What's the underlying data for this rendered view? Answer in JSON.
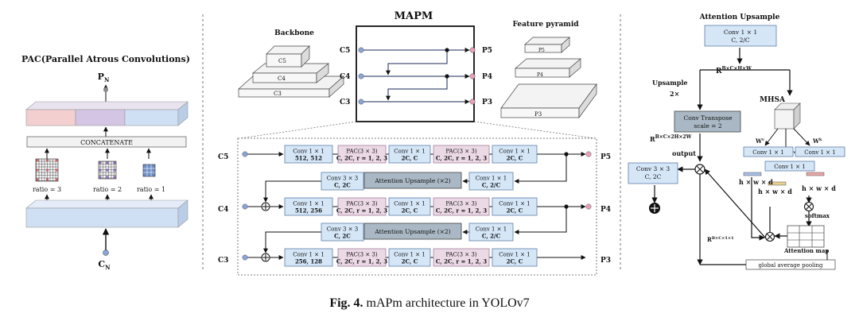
{
  "caption": {
    "label": "Fig. 4.",
    "text": " mAPm architecture in YOLOv7"
  },
  "pac": {
    "title": "PAC(Parallel Atrous Convolutions)",
    "output_label": "P",
    "output_sub": "N",
    "concat_label": "CONCATENATE",
    "ratios": [
      "ratio = 3",
      "ratio = 2",
      "ratio = 1"
    ],
    "input_label": "C",
    "input_sub": "N"
  },
  "mapm": {
    "title": "MAPM",
    "backbone_label": "Backbone",
    "backbone_layers": [
      "C5",
      "C4",
      "C3"
    ],
    "pyramid_label": "Feature pyramid",
    "pyramid_layers": [
      "P5",
      "P4",
      "P3"
    ],
    "inputs": [
      "C5",
      "C4",
      "C3"
    ],
    "outputs": [
      "P5",
      "P4",
      "P3"
    ]
  },
  "detail": {
    "inputs": [
      "C5",
      "C4",
      "C3"
    ],
    "outputs": [
      "P5",
      "P4",
      "P3"
    ],
    "rows": [
      [
        "Conv 1 × 1\n512, 512",
        "PAC(3 × 3)\nC, 2C, r = 1, 2, 3",
        "Conv 1 × 1\n2C, C",
        "PAC(3 × 3)\nC, 2C, r = 1, 2, 3",
        "Conv 1 × 1\n2C, C"
      ],
      [
        "Conv 1 × 1\n512, 256",
        "PAC(3 × 3)\nC, 2C, r = 1, 2, 3",
        "Conv 1 × 1\n2C, C",
        "PAC(3 × 3)\nC, 2C, r = 1, 2, 3",
        "Conv 1 × 1\n2C, C"
      ],
      [
        "Conv 1 × 1\n256, 128",
        "PAC(3 × 3)\nC, 2C, r = 1, 2, 3",
        "Conv 1 × 1\n2C, C",
        "PAC(3 × 3)\nC, 2C, r = 1, 2, 3",
        "Conv 1 × 1\n2C, C"
      ]
    ],
    "mid_rows": [
      {
        "conv3": "Conv 3 × 3\nC, 2C",
        "upsample": "Attention Upsample (×2)",
        "conv1": "Conv 1 × 1\nC, 2/C"
      },
      {
        "conv3": "Conv 3 × 3\nC, 2C",
        "upsample": "Attention Upsample (×2)",
        "conv1": "Conv 1 × 1\nC, 2/C"
      }
    ]
  },
  "attention": {
    "title": "Attention Upsample",
    "top_conv": "Conv 1 × 1\nC, 2/C",
    "feature_main": "R",
    "feature_main_sup": "B×C×H×W",
    "upsample_label": "Upsample\n2×",
    "conv_transpose": "Conv Transpose\nscale = 2",
    "feature_up": "R",
    "feature_up_sup": "B×C×2H×2W",
    "output_label": "output",
    "conv3": "Conv 3 × 3\nC, 2C",
    "mhsa_label": "MHSA",
    "weights": [
      "W",
      "W",
      "W"
    ],
    "weight_sups": [
      "v",
      "q",
      "k"
    ],
    "convs": [
      "Conv 1 × 1",
      "Conv 1 × 1",
      "Conv 1 × 1"
    ],
    "hwd": [
      "h × w × d",
      "h × w × d",
      "h × w × d"
    ],
    "softmax": "softmax",
    "attention_map": "Attention map",
    "pool_feature": "R",
    "pool_feature_sup": "B×C×1×1",
    "gap": "global average pooling"
  },
  "colors": {
    "pac_red": "#f3cfcf",
    "pac_purple": "#d3c5e3",
    "pac_blue": "#cfe0f5",
    "conv_blue": "#d5e6f7",
    "gray_box": "#a9b8c4",
    "node_blue": "#8aa6d6",
    "node_pink": "#e7a2b6"
  }
}
